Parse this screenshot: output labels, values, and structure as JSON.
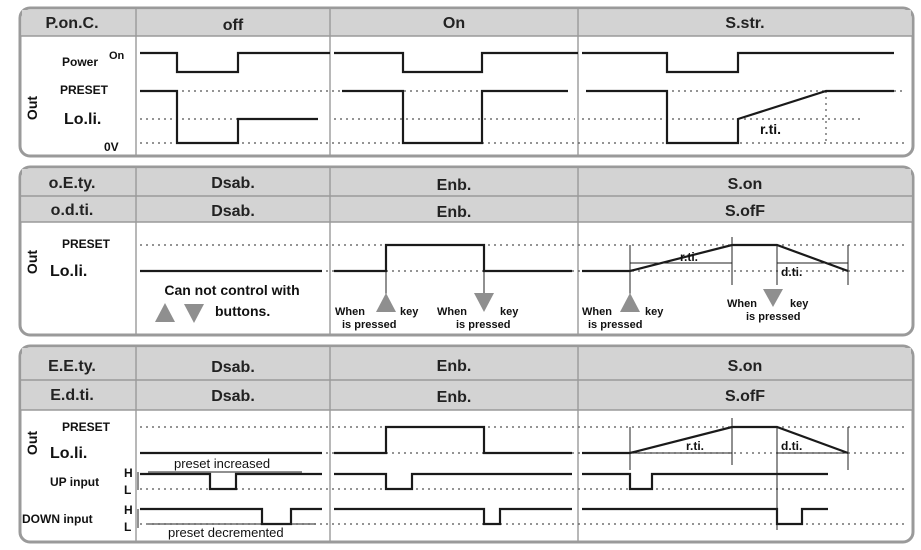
{
  "panel1": {
    "header_label": "P.on.C.",
    "cols": [
      "off",
      "On",
      "S.str."
    ],
    "out_label": "Out",
    "levels": {
      "power": "Power",
      "on": "On",
      "preset": "PRESET",
      "loli": "Lo.li.",
      "zero": "0V"
    },
    "rti": "r.ti."
  },
  "panel2": {
    "row1_label": "o.E.ty.",
    "row1_vals": [
      "Dsab.",
      "Enb.",
      "S.on"
    ],
    "row2_label": "o.d.ti.",
    "row2_vals": [
      "Dsab.",
      "Enb.",
      "S.ofF"
    ],
    "out_label": "Out",
    "levels": {
      "preset": "PRESET",
      "loli": "Lo.li."
    },
    "cannot_line1": "Can not control with",
    "cannot_line2": "buttons.",
    "when": "When",
    "key": "key",
    "is_pressed": "is pressed",
    "rti": "r.ti.",
    "dti": "d.ti."
  },
  "panel3": {
    "row1_label": "E.E.ty.",
    "row1_vals": [
      "Dsab.",
      "Enb.",
      "S.on"
    ],
    "row2_label": "E.d.ti.",
    "row2_vals": [
      "Dsab.",
      "Enb.",
      "S.ofF"
    ],
    "out_label": "Out",
    "levels": {
      "preset": "PRESET",
      "loli": "Lo.li."
    },
    "up_input": "UP input",
    "down_input": "DOWN input",
    "h": "H",
    "l": "L",
    "preset_increased": "preset increased",
    "preset_decremented": "preset decremented",
    "rti": "r.ti.",
    "dti": "d.ti."
  },
  "colors": {
    "border": "#9a9a9a",
    "header_fill": "#d3d3d3",
    "arrow": "#8f8f8f",
    "signal": "#1a1a1a"
  }
}
